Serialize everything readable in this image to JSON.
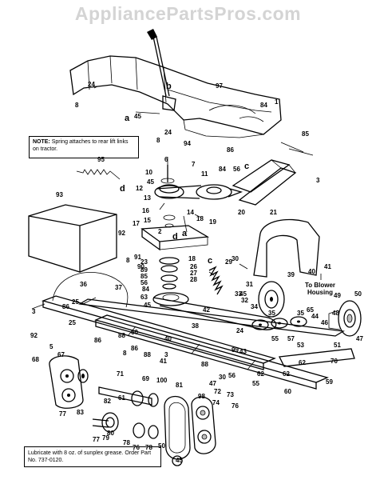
{
  "watermark": "AppliancePartsPros.com",
  "note": {
    "label": "NOTE:",
    "text": "Spring attaches to rear lift links on tractor."
  },
  "lubricate": "Lubricate with 8 oz. of sunplex grease. Order Part No. 737-0120.",
  "blower_label": "To Blower Housing",
  "callouts": [
    {
      "text": "97"
    },
    {
      "text": "1"
    },
    {
      "text": "84"
    },
    {
      "text": "8"
    },
    {
      "text": "24"
    },
    {
      "text": "a"
    },
    {
      "text": "45"
    },
    {
      "text": "b"
    },
    {
      "text": "8"
    },
    {
      "text": "24"
    },
    {
      "text": "94"
    },
    {
      "text": "86"
    },
    {
      "text": "84"
    },
    {
      "text": "56"
    },
    {
      "text": "c"
    },
    {
      "text": "85"
    },
    {
      "text": "3"
    },
    {
      "text": "95"
    },
    {
      "text": "d"
    },
    {
      "text": "6"
    },
    {
      "text": "7"
    },
    {
      "text": "10"
    },
    {
      "text": "45"
    },
    {
      "text": "11"
    },
    {
      "text": "12"
    },
    {
      "text": "13"
    },
    {
      "text": "16"
    },
    {
      "text": "14"
    },
    {
      "text": "20"
    },
    {
      "text": "21"
    },
    {
      "text": "93"
    },
    {
      "text": "15"
    },
    {
      "text": "92"
    },
    {
      "text": "17"
    },
    {
      "text": "2"
    },
    {
      "text": "18"
    },
    {
      "text": "19"
    },
    {
      "text": "d"
    },
    {
      "text": "a"
    },
    {
      "text": "8"
    },
    {
      "text": "91"
    },
    {
      "text": "23"
    },
    {
      "text": "90"
    },
    {
      "text": "18"
    },
    {
      "text": "89"
    },
    {
      "text": "26"
    },
    {
      "text": "85"
    },
    {
      "text": "27"
    },
    {
      "text": "56"
    },
    {
      "text": "28"
    },
    {
      "text": "84"
    },
    {
      "text": "63"
    },
    {
      "text": "c"
    },
    {
      "text": "29"
    },
    {
      "text": "30"
    },
    {
      "text": "40"
    },
    {
      "text": "41"
    },
    {
      "text": "31"
    },
    {
      "text": "39"
    },
    {
      "text": "45"
    },
    {
      "text": "49"
    },
    {
      "text": "50"
    },
    {
      "text": "36"
    },
    {
      "text": "37"
    },
    {
      "text": "25"
    },
    {
      "text": "86"
    },
    {
      "text": "3"
    },
    {
      "text": "45"
    },
    {
      "text": "42"
    },
    {
      "text": "33"
    },
    {
      "text": "32"
    },
    {
      "text": "34"
    },
    {
      "text": "35"
    },
    {
      "text": "35"
    },
    {
      "text": "65"
    },
    {
      "text": "44"
    },
    {
      "text": "48"
    },
    {
      "text": "46"
    },
    {
      "text": "47"
    },
    {
      "text": "92"
    },
    {
      "text": "25"
    },
    {
      "text": "88"
    },
    {
      "text": "38"
    },
    {
      "text": "86"
    },
    {
      "text": "60"
    },
    {
      "text": "24"
    },
    {
      "text": "43"
    },
    {
      "text": "55"
    },
    {
      "text": "57"
    },
    {
      "text": "53"
    },
    {
      "text": "51"
    },
    {
      "text": "86"
    },
    {
      "text": "62"
    },
    {
      "text": "88"
    },
    {
      "text": "8"
    },
    {
      "text": "5"
    },
    {
      "text": "67"
    },
    {
      "text": "68"
    },
    {
      "text": "3"
    },
    {
      "text": "41"
    },
    {
      "text": "40"
    },
    {
      "text": "88"
    },
    {
      "text": "99"
    },
    {
      "text": "62"
    },
    {
      "text": "62"
    },
    {
      "text": "30"
    },
    {
      "text": "56"
    },
    {
      "text": "55"
    },
    {
      "text": "60"
    },
    {
      "text": "59"
    },
    {
      "text": "70"
    },
    {
      "text": "71"
    },
    {
      "text": "69"
    },
    {
      "text": "100"
    },
    {
      "text": "47"
    },
    {
      "text": "72"
    },
    {
      "text": "98"
    },
    {
      "text": "73"
    },
    {
      "text": "74"
    },
    {
      "text": "76"
    },
    {
      "text": "77"
    },
    {
      "text": "83"
    },
    {
      "text": "82"
    },
    {
      "text": "61"
    },
    {
      "text": "81"
    },
    {
      "text": "80"
    },
    {
      "text": "79"
    },
    {
      "text": "78"
    },
    {
      "text": "77"
    },
    {
      "text": "76"
    },
    {
      "text": "78"
    },
    {
      "text": "50"
    },
    {
      "text": "45"
    }
  ]
}
